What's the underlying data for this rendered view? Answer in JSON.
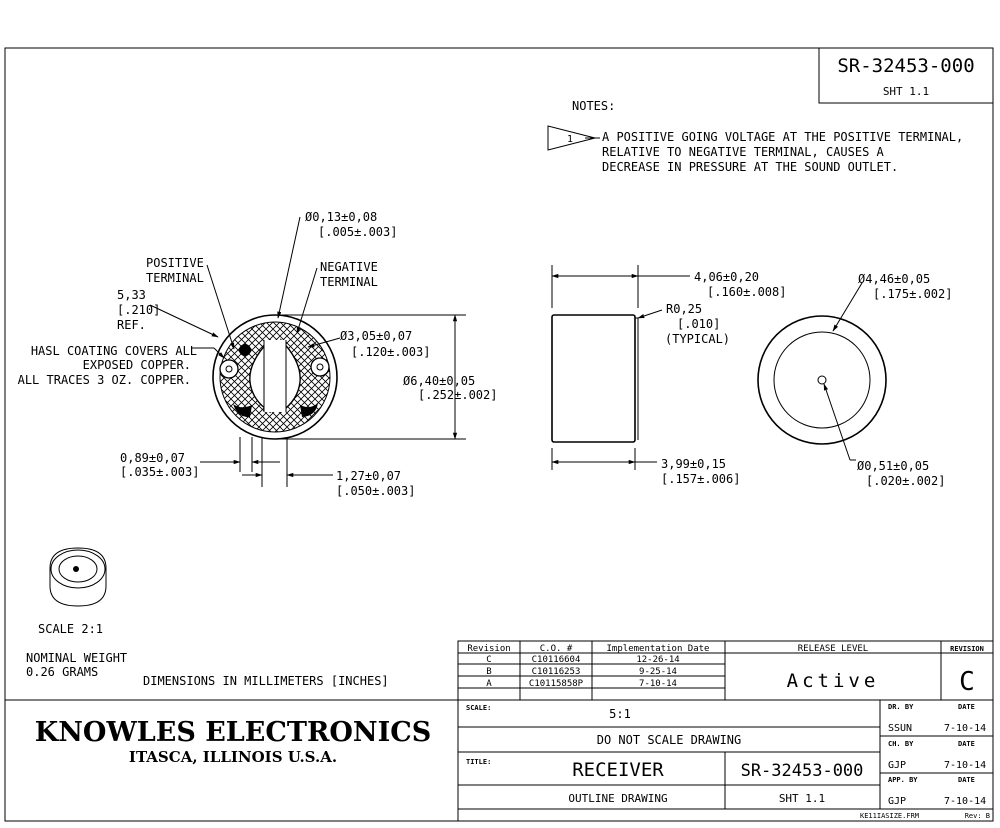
{
  "title_block": {
    "doc_number": "SR-32453-000",
    "sheet": "SHT 1.1"
  },
  "notes": {
    "heading": "NOTES:",
    "flag_number": "1",
    "lines": [
      "A POSITIVE GOING VOLTAGE AT THE POSITIVE TERMINAL,",
      "RELATIVE TO NEGATIVE TERMINAL, CAUSES A",
      "DECREASE IN PRESSURE AT THE SOUND OUTLET."
    ]
  },
  "front_view": {
    "hole_dia": [
      "Ø0,13±0,08",
      "[.005±.003]"
    ],
    "positive_terminal": [
      "POSITIVE",
      "TERMINAL"
    ],
    "negative_terminal": [
      "NEGATIVE",
      "TERMINAL"
    ],
    "ref_dim": [
      "5,33",
      "[.210]",
      "REF."
    ],
    "hasl_note": [
      "HASL COATING COVERS ALL",
      "EXPOSED COPPER.",
      "ALL TRACES 3 OZ. COPPER."
    ],
    "inner_dia": [
      "Ø3,05±0,07",
      "[.120±.003]"
    ],
    "outer_dia": [
      "Ø6,40±0,05",
      "[.252±.002]"
    ],
    "pad_width": [
      "0,89±0,07",
      "[.035±.003]"
    ],
    "pad_gap": [
      "1,27±0,07",
      "[.050±.003]"
    ]
  },
  "side_view": {
    "height": [
      "4,06±0,20",
      "[.160±.008]"
    ],
    "radius": [
      "R0,25",
      "[.010]",
      "(TYPICAL)"
    ],
    "body_height": [
      "3,99±0,15",
      "[.157±.006]"
    ]
  },
  "top_view": {
    "body_dia": [
      "Ø4,46±0,05",
      "[.175±.002]"
    ],
    "outlet_dia": [
      "Ø0,51±0,05",
      "[.020±.002]"
    ]
  },
  "misc": {
    "scale_note": "SCALE  2:1",
    "weight": [
      "NOMINAL WEIGHT",
      "0.26 GRAMS"
    ],
    "dimensions_note": "DIMENSIONS IN MILLIMETERS [INCHES]"
  },
  "revision_table": {
    "headers": [
      "Revision",
      "C.O. #",
      "Implementation Date"
    ],
    "rows": [
      [
        "C",
        "C10116604",
        "12-26-14"
      ],
      [
        "B",
        "C10116253",
        "9-25-14"
      ],
      [
        "A",
        "C10115858P",
        "7-10-14"
      ]
    ],
    "release_level_label": "RELEASE LEVEL",
    "release_level": "Active",
    "revision_label": "REVISION",
    "revision": "C"
  },
  "company": {
    "name": "KNOWLES ELECTRONICS",
    "location": "ITASCA, ILLINOIS U.S.A."
  },
  "block": {
    "scale_label": "SCALE:",
    "scale_value": "5:1",
    "do_not_scale": "DO NOT SCALE DRAWING",
    "title_label": "TITLE:",
    "title": "RECEIVER",
    "subtitle": "OUTLINE DRAWING",
    "doc_number": "SR-32453-000",
    "sheet": "SHT 1.1",
    "dr_by_label": "DR. BY",
    "ch_by_label": "CH. BY",
    "app_by_label": "APP. BY",
    "date_label": "DATE",
    "dr_by": "SSUN",
    "dr_date": "7-10-14",
    "ch_by": "GJP",
    "ch_date": "7-10-14",
    "app_by": "GJP",
    "app_date": "7-10-14",
    "footer_file": "KE11IASIZE.FRM",
    "footer_rev": "Rev: B"
  }
}
